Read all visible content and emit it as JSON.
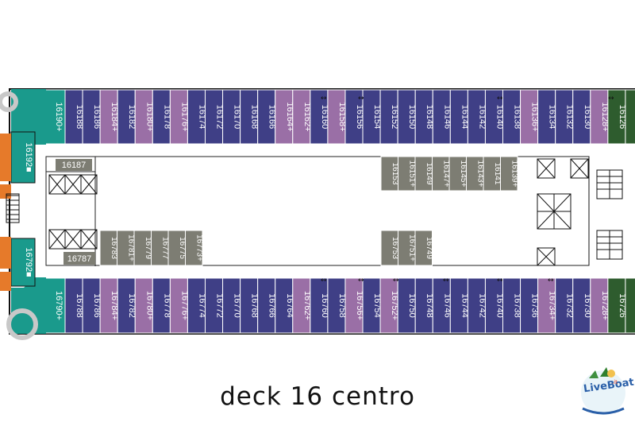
{
  "deck": {
    "caption": "deck 16 centro",
    "watermark": {
      "brand": "LiveBoat",
      "suffix": ".it"
    }
  },
  "colors": {
    "standard": "#3f3f86",
    "accessible": "#9a6fa6",
    "suite": "#2e5c2e",
    "teal": "#1a9a8c",
    "orange": "#e67a2a",
    "inner": "#7d7d73",
    "border": "#111111",
    "frame": "#d8d8d8"
  },
  "top_row": [
    {
      "label": "16190",
      "mark": "+",
      "type": "teal"
    },
    {
      "label": "16188",
      "mark": "",
      "type": "standard"
    },
    {
      "label": "16186",
      "mark": "",
      "type": "standard"
    },
    {
      "label": "16184",
      "mark": "+",
      "type": "accessible"
    },
    {
      "label": "16182",
      "mark": "",
      "type": "standard"
    },
    {
      "label": "16180",
      "mark": "+",
      "type": "accessible"
    },
    {
      "label": "16178",
      "mark": "",
      "type": "standard"
    },
    {
      "label": "16176",
      "mark": "+",
      "type": "accessible"
    },
    {
      "label": "16174",
      "mark": "",
      "type": "standard"
    },
    {
      "label": "16172",
      "mark": "",
      "type": "standard"
    },
    {
      "label": "16170",
      "mark": "",
      "type": "standard"
    },
    {
      "label": "16168",
      "mark": "",
      "type": "standard"
    },
    {
      "label": "16166",
      "mark": "",
      "type": "standard"
    },
    {
      "label": "16164",
      "mark": "+",
      "type": "accessible"
    },
    {
      "label": "16162",
      "mark": "+",
      "type": "accessible"
    },
    {
      "label": "16160",
      "mark": "",
      "type": "standard"
    },
    {
      "label": "16158",
      "mark": "+",
      "type": "accessible"
    },
    {
      "label": "16156",
      "mark": "",
      "type": "standard"
    },
    {
      "label": "16154",
      "mark": "",
      "type": "standard"
    },
    {
      "label": "16152",
      "mark": "",
      "type": "standard"
    },
    {
      "label": "16150",
      "mark": "",
      "type": "standard"
    },
    {
      "label": "16148",
      "mark": "",
      "type": "standard"
    },
    {
      "label": "16146",
      "mark": "",
      "type": "standard"
    },
    {
      "label": "16144",
      "mark": "",
      "type": "standard"
    },
    {
      "label": "16142",
      "mark": "",
      "type": "standard"
    },
    {
      "label": "16140",
      "mark": "",
      "type": "standard"
    },
    {
      "label": "16138",
      "mark": "",
      "type": "standard"
    },
    {
      "label": "16136",
      "mark": "+",
      "type": "accessible"
    },
    {
      "label": "16134",
      "mark": "",
      "type": "standard"
    },
    {
      "label": "16132",
      "mark": "",
      "type": "standard"
    },
    {
      "label": "16130",
      "mark": "",
      "type": "standard"
    },
    {
      "label": "16128",
      "mark": "+",
      "type": "accessible"
    },
    {
      "label": "16126",
      "mark": "",
      "type": "suite"
    },
    {
      "label": "16124",
      "mark": "",
      "type": "suite"
    }
  ],
  "bottom_row": [
    {
      "label": "16790",
      "mark": "+",
      "type": "teal"
    },
    {
      "label": "16788",
      "mark": "",
      "type": "standard"
    },
    {
      "label": "16786",
      "mark": "",
      "type": "standard"
    },
    {
      "label": "16784",
      "mark": "+",
      "type": "accessible"
    },
    {
      "label": "16782",
      "mark": "",
      "type": "standard"
    },
    {
      "label": "16780",
      "mark": "+",
      "type": "accessible"
    },
    {
      "label": "16778",
      "mark": "",
      "type": "standard"
    },
    {
      "label": "16776",
      "mark": "+",
      "type": "accessible"
    },
    {
      "label": "16774",
      "mark": "",
      "type": "standard"
    },
    {
      "label": "16772",
      "mark": "",
      "type": "standard"
    },
    {
      "label": "16770",
      "mark": "",
      "type": "standard"
    },
    {
      "label": "16768",
      "mark": "",
      "type": "standard"
    },
    {
      "label": "16766",
      "mark": "",
      "type": "standard"
    },
    {
      "label": "16764",
      "mark": "",
      "type": "standard"
    },
    {
      "label": "16762",
      "mark": "+",
      "type": "accessible"
    },
    {
      "label": "16760",
      "mark": "",
      "type": "standard"
    },
    {
      "label": "16758",
      "mark": "",
      "type": "standard"
    },
    {
      "label": "16756",
      "mark": "+",
      "type": "accessible"
    },
    {
      "label": "16754",
      "mark": "",
      "type": "standard"
    },
    {
      "label": "16752",
      "mark": "+",
      "type": "accessible"
    },
    {
      "label": "16750",
      "mark": "",
      "type": "standard"
    },
    {
      "label": "16748",
      "mark": "",
      "type": "standard"
    },
    {
      "label": "16746",
      "mark": "",
      "type": "standard"
    },
    {
      "label": "16744",
      "mark": "",
      "type": "standard"
    },
    {
      "label": "16742",
      "mark": "",
      "type": "standard"
    },
    {
      "label": "16740",
      "mark": "",
      "type": "standard"
    },
    {
      "label": "16738",
      "mark": "",
      "type": "standard"
    },
    {
      "label": "16736",
      "mark": "",
      "type": "standard"
    },
    {
      "label": "16734",
      "mark": "+",
      "type": "accessible"
    },
    {
      "label": "16732",
      "mark": "",
      "type": "standard"
    },
    {
      "label": "16730",
      "mark": "",
      "type": "standard"
    },
    {
      "label": "16728",
      "mark": "+",
      "type": "accessible"
    },
    {
      "label": "16726",
      "mark": "",
      "type": "suite"
    },
    {
      "label": "16724",
      "mark": "",
      "type": "suite"
    }
  ],
  "end_cabins": {
    "top": {
      "label": "16192",
      "mark": "■"
    },
    "bottom": {
      "label": "16792",
      "mark": "■"
    }
  },
  "inner_top": [
    {
      "label": "16153",
      "mark": ""
    },
    {
      "label": "16151",
      "mark": "+"
    },
    {
      "label": "16149",
      "mark": ""
    },
    {
      "label": "16147",
      "mark": "+"
    },
    {
      "label": "16145",
      "mark": "+"
    },
    {
      "label": "16143",
      "mark": "+"
    },
    {
      "label": "16141",
      "mark": ""
    },
    {
      "label": "16139",
      "mark": "+"
    }
  ],
  "inner_bottom_left": [
    {
      "label": "16783",
      "mark": ""
    },
    {
      "label": "16781",
      "mark": "+"
    },
    {
      "label": "16779",
      "mark": ""
    },
    {
      "label": "16777",
      "mark": ""
    },
    {
      "label": "16775",
      "mark": ""
    },
    {
      "label": "16773",
      "mark": "+"
    }
  ],
  "inner_bottom_mid": [
    {
      "label": "16753",
      "mark": ""
    },
    {
      "label": "16751",
      "mark": "+"
    },
    {
      "label": "16749",
      "mark": ""
    }
  ],
  "horizontal_cabins": {
    "top": "16187",
    "bottom": "16787"
  }
}
